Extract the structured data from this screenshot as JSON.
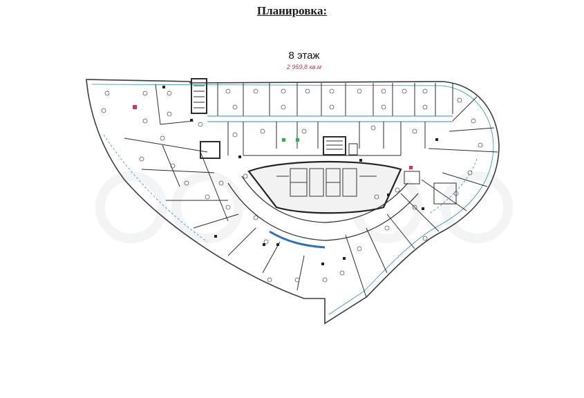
{
  "page": {
    "heading": "Планировка:"
  },
  "floor_plan": {
    "floor_label": "8 этаж",
    "area_label": "2 959,8 кв.м",
    "colors": {
      "outline": "#3a3a3a",
      "wall": "#2b2b2b",
      "glazing": "#2a8fa8",
      "accent": "#d8344a",
      "corridor_glass": "#2f6fbf",
      "green_marker": "#2fae4f"
    }
  }
}
